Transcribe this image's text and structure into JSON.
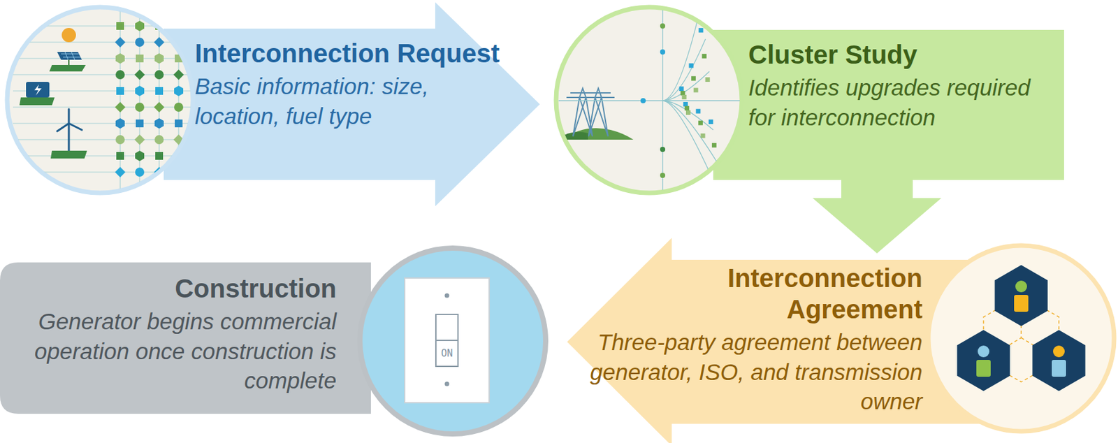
{
  "diagram": {
    "nodes": [
      {
        "text": [
          "Interconnection Request",
          "Basic information: size, location, fuel type"
        ]
      },
      {
        "text": [
          "Cluster Study",
          "Identifies upgrades required for interconnection"
        ]
      },
      {
        "text": [
          "Interconnection Agreement",
          "Three-party agreement between generator, ISO, and transmission owner"
        ]
      },
      {
        "text": [
          "Construction",
          "Generator begins commercial operation once construction is complete"
        ]
      }
    ],
    "edges": [
      {
        "from": 0,
        "to": 1,
        "arrow": "to"
      },
      {
        "from": 1,
        "to": 2,
        "arrow": "to"
      },
      {
        "from": 2,
        "to": 3,
        "arrow": "to"
      }
    ],
    "labels": [
      "ON"
    ]
  }
}
